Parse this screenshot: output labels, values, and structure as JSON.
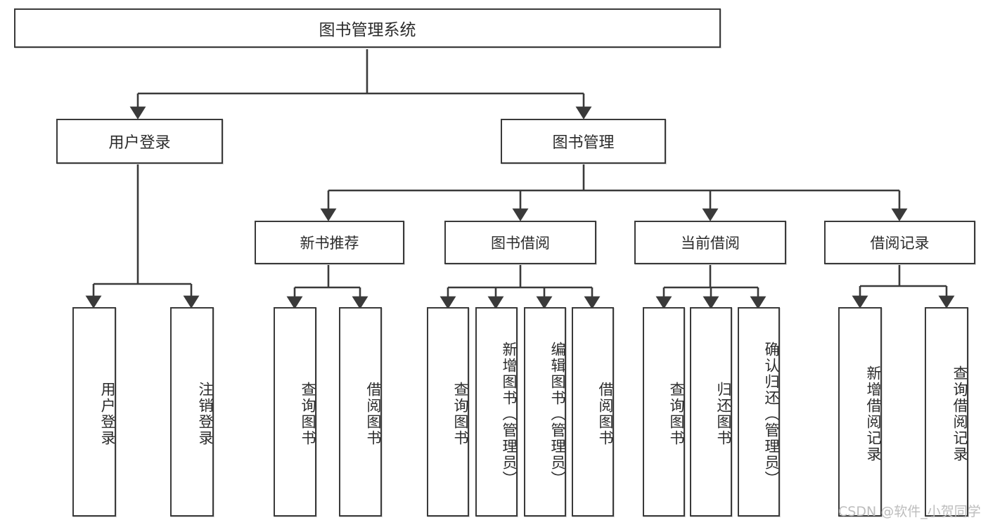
{
  "diagram": {
    "type": "tree",
    "title": "图书管理系统",
    "root": {
      "label": "图书管理系统"
    },
    "level2": [
      {
        "label": "用户登录"
      },
      {
        "label": "图书管理"
      }
    ],
    "level3": [
      {
        "label": "新书推荐"
      },
      {
        "label": "图书借阅"
      },
      {
        "label": "当前借阅"
      },
      {
        "label": "借阅记录"
      }
    ],
    "leaves": {
      "user_login": [
        {
          "label": "用户登录"
        },
        {
          "label": "注销登录"
        }
      ],
      "new_book_recommend": [
        {
          "label": "查询图书"
        },
        {
          "label": "借阅图书"
        }
      ],
      "book_borrow": [
        {
          "label": "查询图书"
        },
        {
          "label": "新增图书（管理员）"
        },
        {
          "label": "编辑图书（管理员）"
        },
        {
          "label": "借阅图书"
        }
      ],
      "current_borrow": [
        {
          "label": "查询图书"
        },
        {
          "label": "归还图书"
        },
        {
          "label": "确认归还（管理员）"
        }
      ],
      "borrow_records": [
        {
          "label": "新增借阅记录"
        },
        {
          "label": "查询借阅记录"
        }
      ]
    }
  },
  "watermark": {
    "text": "CSDN @软件_小贺同学"
  },
  "colors": {
    "border": "#3a3a3a",
    "text": "#2b2b2b",
    "background": "#ffffff",
    "watermark": "#bdbdbd"
  }
}
